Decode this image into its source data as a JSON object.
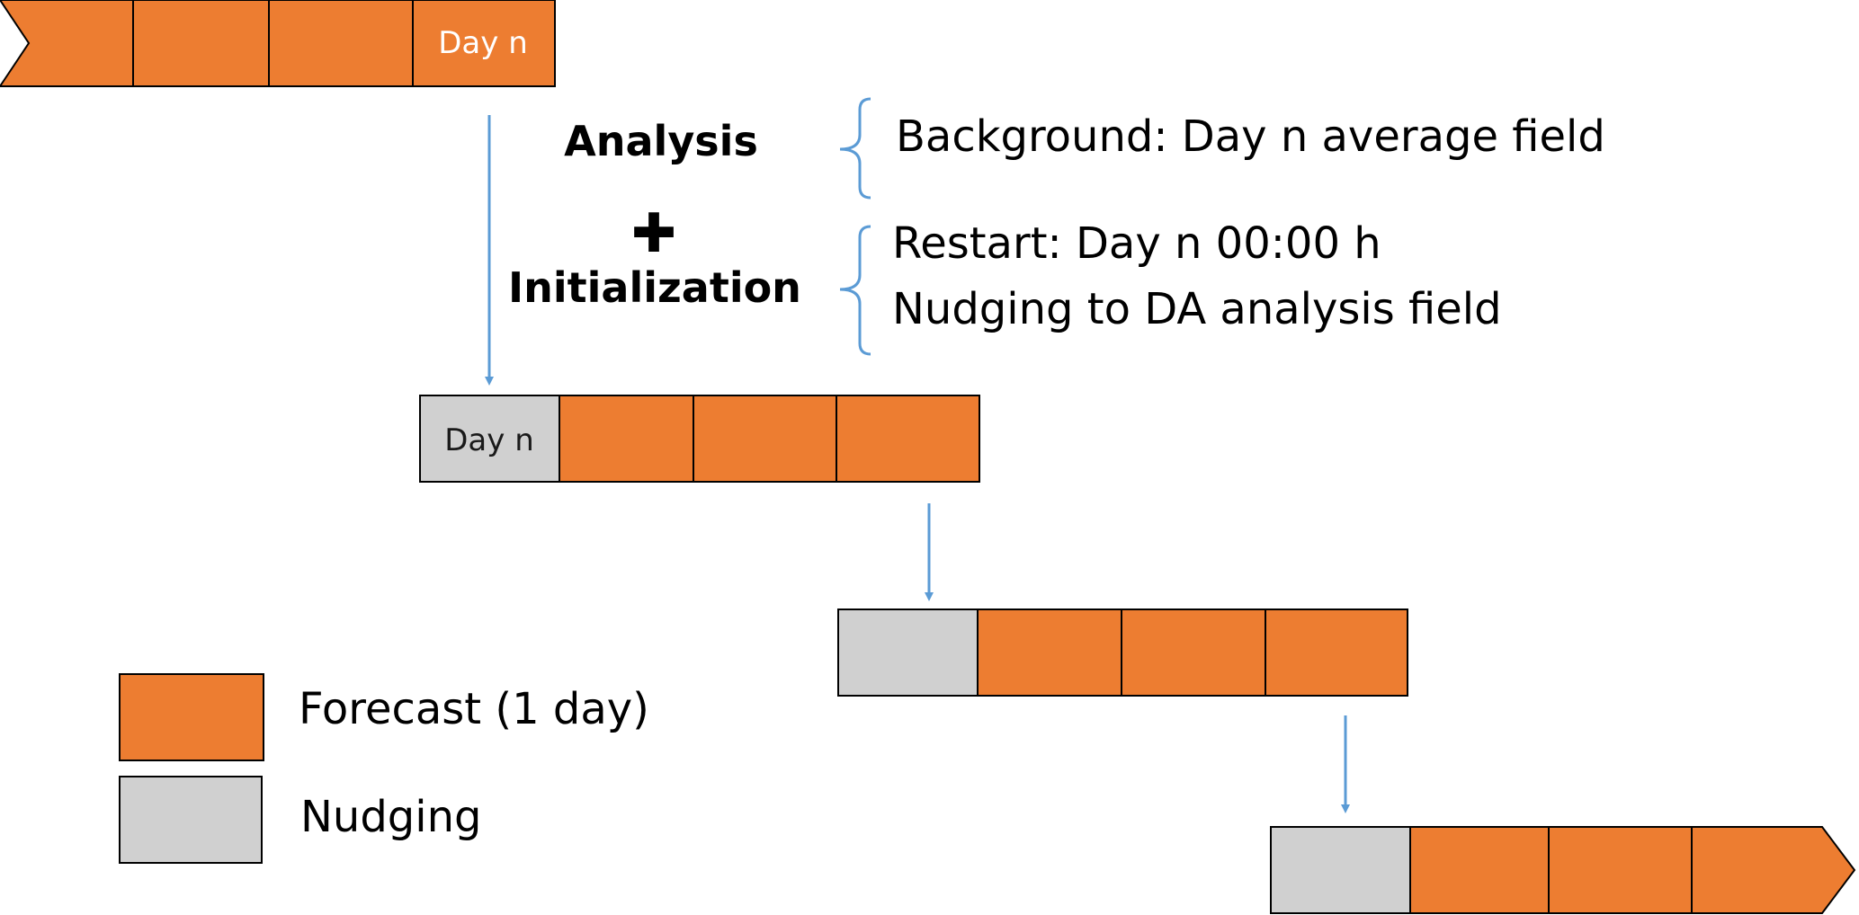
{
  "colors": {
    "forecast": "#ED7D31",
    "nudging": "#D0D0D0",
    "arrow": "#5B9BD5",
    "outline": "#000000"
  },
  "top_chain": {
    "last_cell_label": "Day n"
  },
  "step": {
    "heading_analysis": "Analysis",
    "plus_symbol": "✚",
    "heading_initialization": "Initialization",
    "analysis_note": "Background: Day n average field",
    "init_note_1": "Restart: Day n 00:00 h",
    "init_note_2": "Nudging to DA analysis field"
  },
  "second_chain": {
    "first_cell_label": "Day n"
  },
  "legend": [
    {
      "label": "Forecast (1 day)",
      "color": "forecast"
    },
    {
      "label": "Nudging",
      "color": "nudging"
    }
  ]
}
